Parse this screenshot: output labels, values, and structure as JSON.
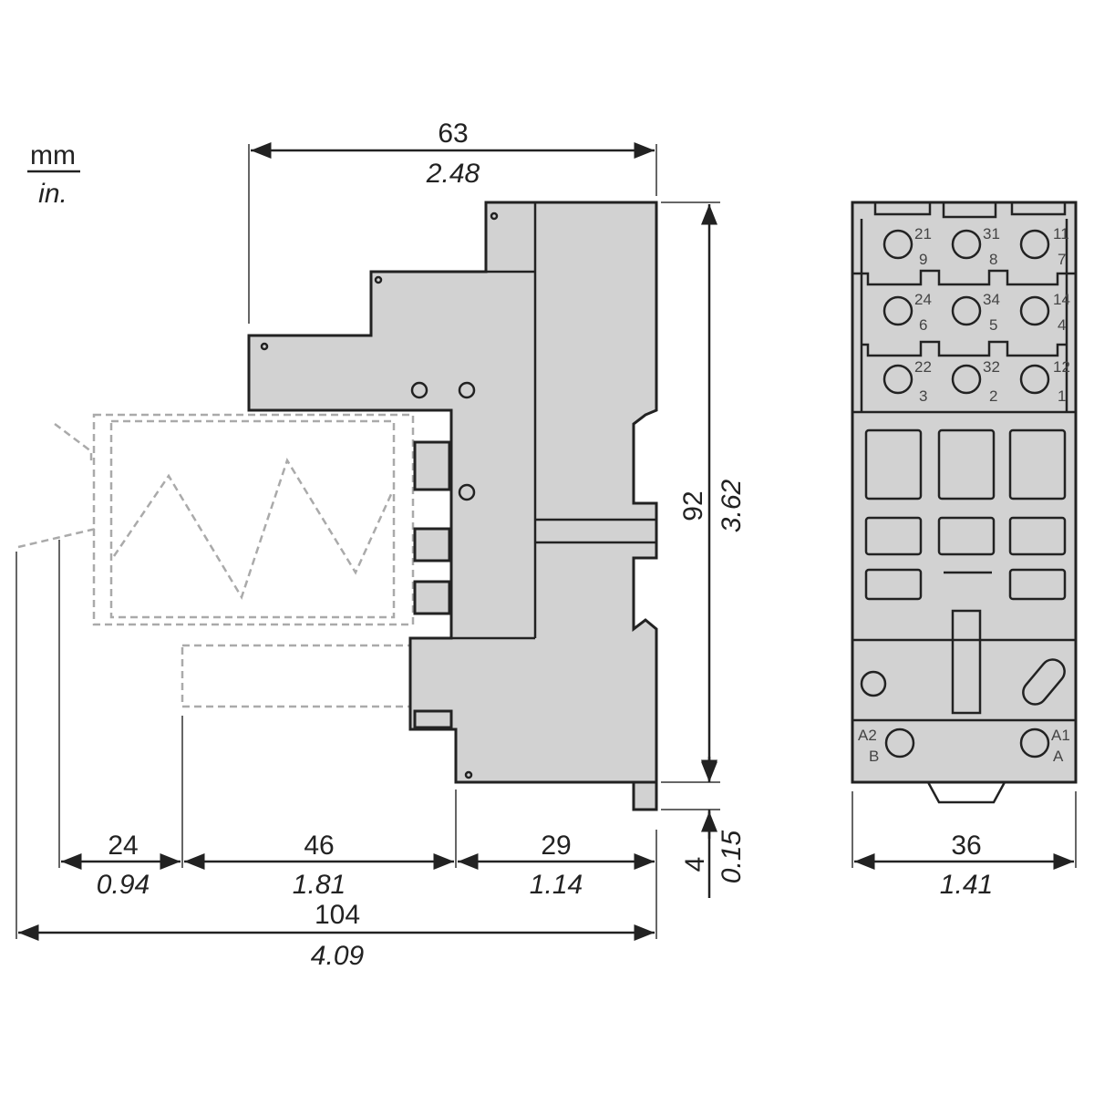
{
  "units": {
    "primary": "mm",
    "secondary": "in."
  },
  "dimensions": {
    "depth_top": {
      "mm": "63",
      "in": "2.48"
    },
    "height": {
      "mm": "92",
      "in": "3.62"
    },
    "rail_offset": {
      "mm": "4",
      "in": "0.15"
    },
    "seg1": {
      "mm": "24",
      "in": "0.94"
    },
    "seg2": {
      "mm": "46",
      "in": "1.81"
    },
    "seg3": {
      "mm": "29",
      "in": "1.14"
    },
    "total_depth": {
      "mm": "104",
      "in": "4.09"
    },
    "width": {
      "mm": "36",
      "in": "1.41"
    }
  },
  "terminals": [
    {
      "top": "21",
      "bottom": "9"
    },
    {
      "top": "31",
      "bottom": "8"
    },
    {
      "top": "11",
      "bottom": "7"
    },
    {
      "top": "24",
      "bottom": "6"
    },
    {
      "top": "34",
      "bottom": "5"
    },
    {
      "top": "14",
      "bottom": "4"
    },
    {
      "top": "22",
      "bottom": "3"
    },
    {
      "top": "32",
      "bottom": "2"
    },
    {
      "top": "12",
      "bottom": "1"
    }
  ],
  "coil_terminals": [
    {
      "top": "A2",
      "bottom": "B"
    },
    {
      "top": "A1",
      "bottom": "A"
    }
  ]
}
